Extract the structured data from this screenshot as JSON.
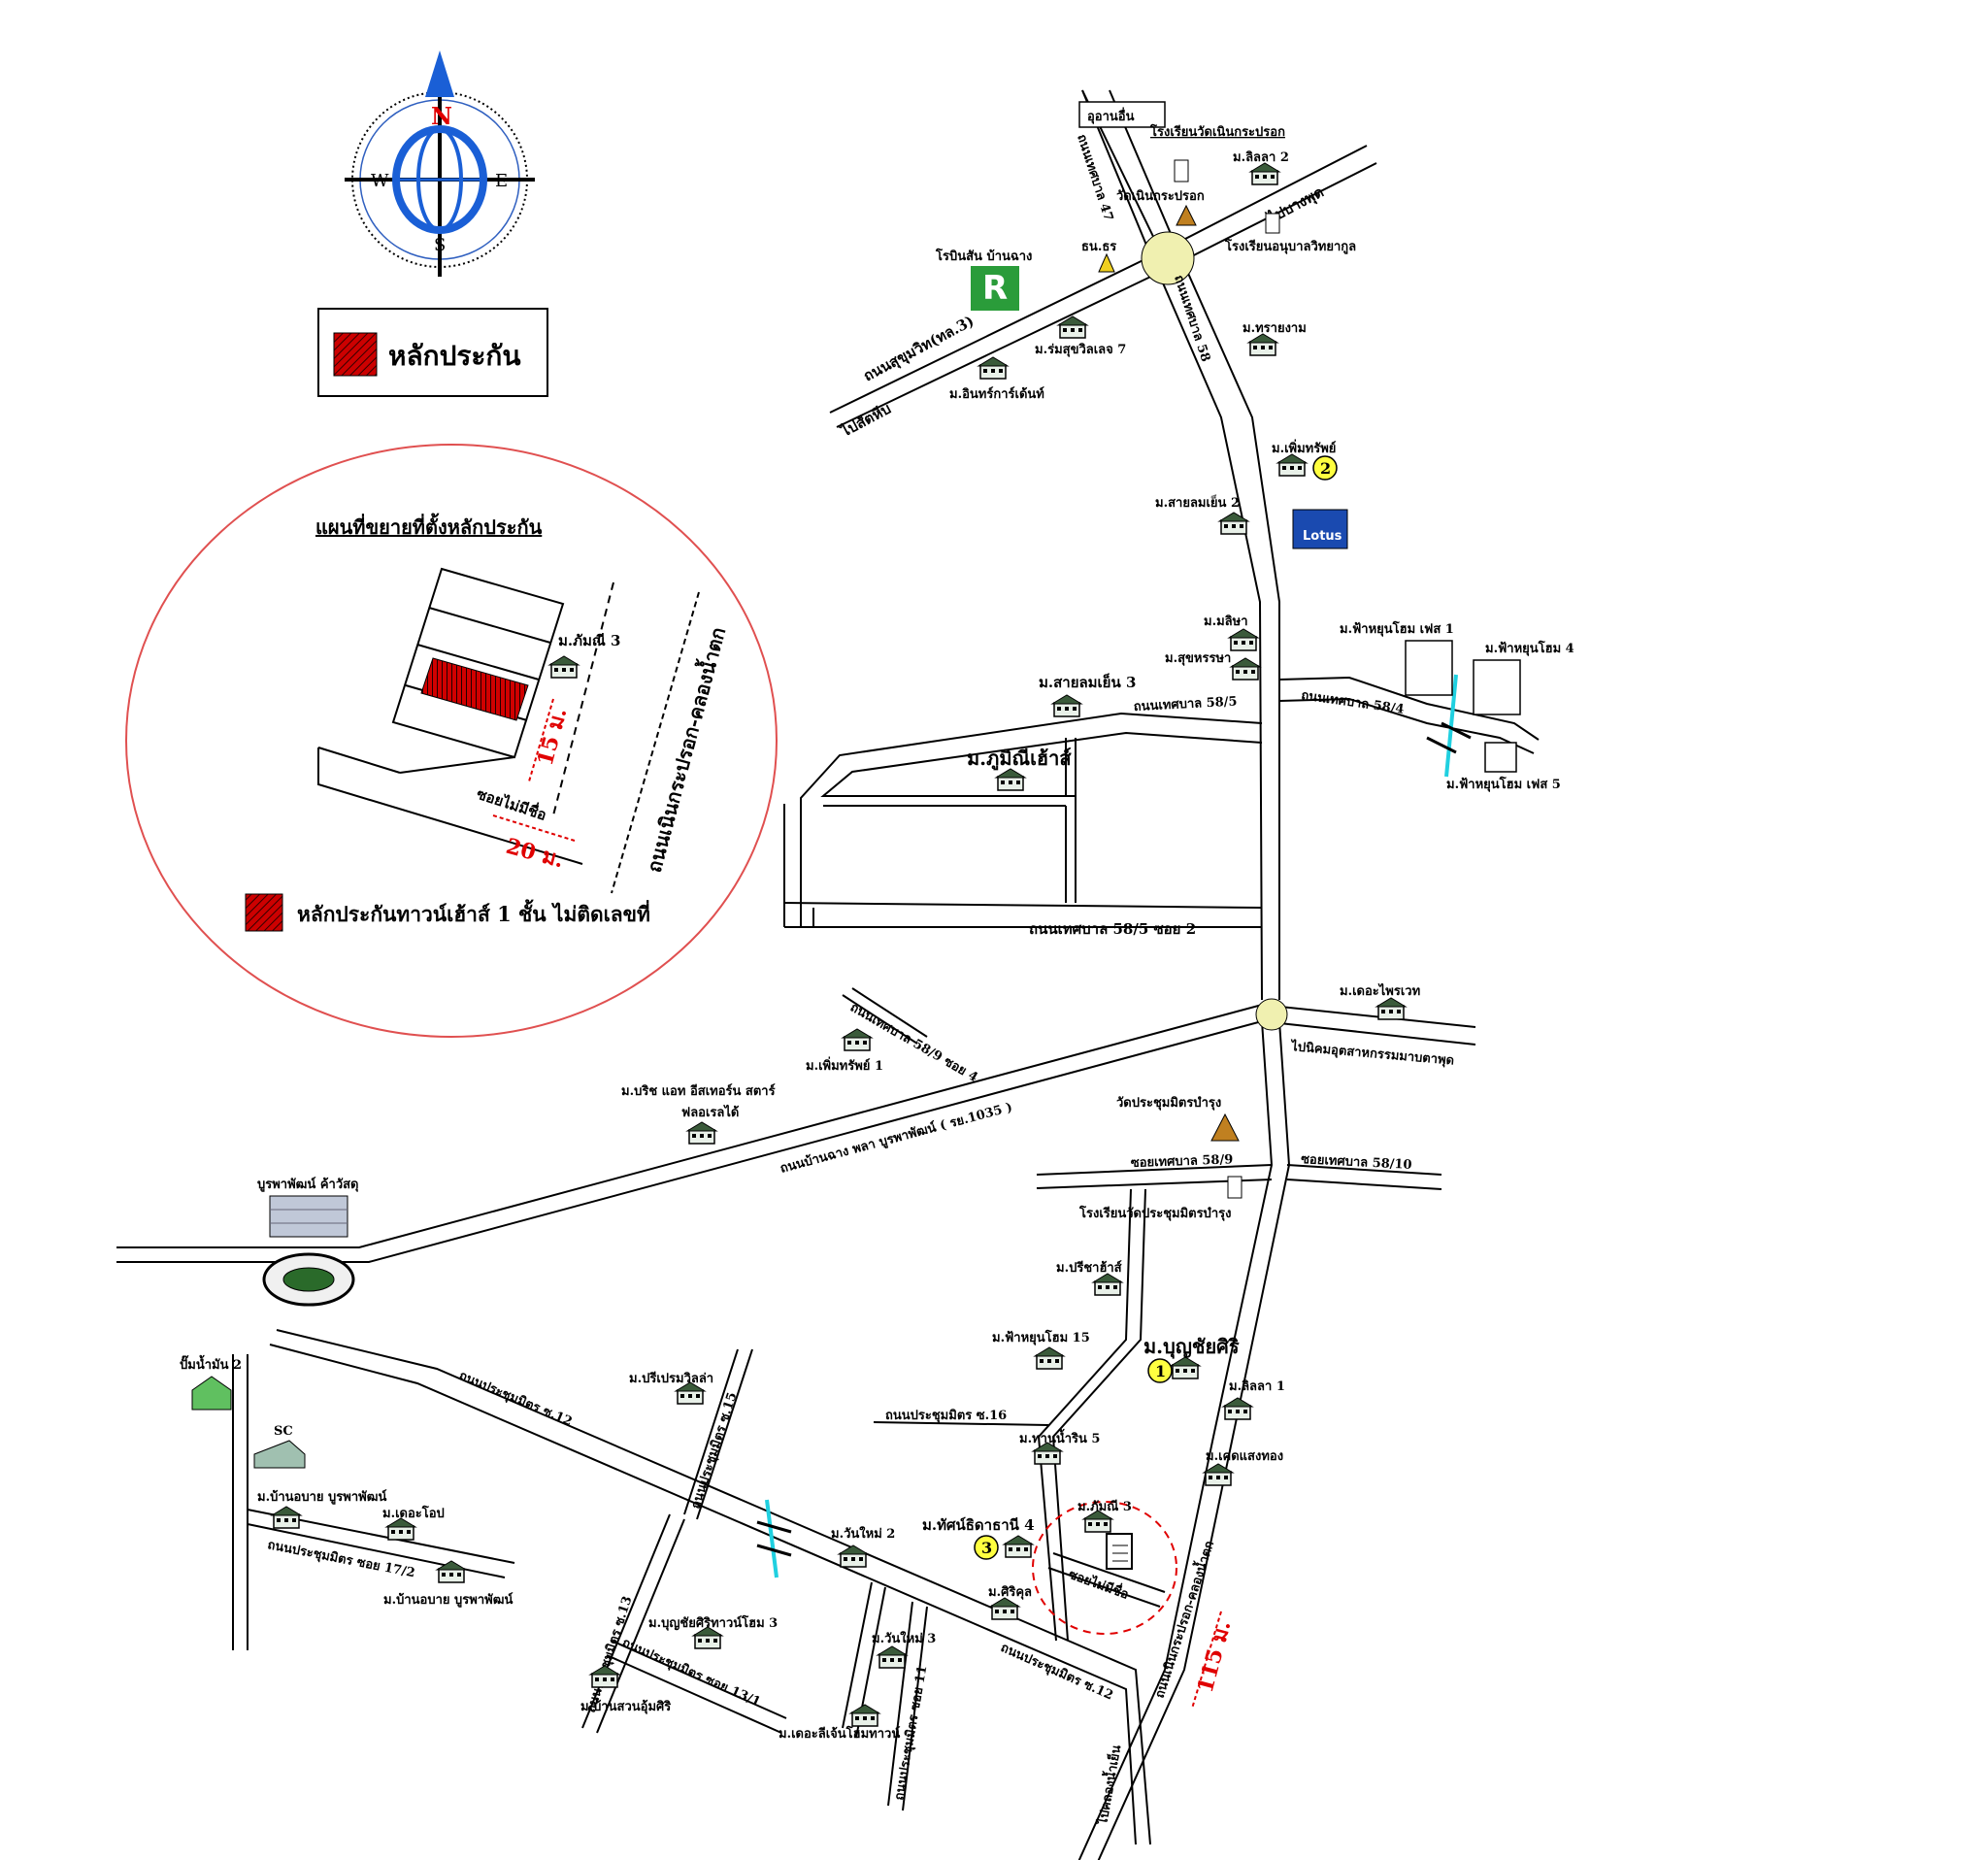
{
  "compass": {
    "n": "N",
    "s": "S",
    "e": "E",
    "w": "W"
  },
  "legend": {
    "label": "หลักประกัน"
  },
  "inset": {
    "title": "แผนที่ขยายที่ตั้งหลักประกัน",
    "village": "ม.ภัมณี 3",
    "road": "ถนนเนินกระปรอก-คลองน้ำตก",
    "soi": "ซอยไม่มีชื่อ",
    "dist_a": "15 ม.",
    "dist_b": "20 ม.",
    "note": "หลักประกันทาวน์เฮ้าส์ 1 ชั้น ไม่ติดเลขที่"
  },
  "labels": {
    "top_box": "อุอานอื่น",
    "school_top": "โรงเรียนวัดเนินกระปรอก",
    "temple_top": "วัดเนินกระปรอก",
    "rd_47": "ถนนเทศบาล 47",
    "rd_58_top": "ถนนเทศบาล 58",
    "to_banphut": "ไปบางพุด",
    "to_sattahip": "ไปสัตหีบ",
    "rd_sukhumvit": "ถนนสุขุมวิท(ทล.3)",
    "robinson": "โรบินสัน บ้านฉาง",
    "police": "ธน.ธร",
    "school_anuban": "โรงเรียนอนุบาลวิทยากูล",
    "v_lisa2": "ม.ลิลลา 2",
    "v_thai": "ม.ทรายงาม",
    "v_rom7": "ม.ร่มสุขวิลเลจ 7",
    "v_inter": "ม.อินทร์การ์เด้นท์",
    "v_permsap2": "ม.เพิ่มทรัพย์",
    "lotus": "Lotus",
    "v_lomyen2": "ม.สายลมเย็น 2",
    "v_mali": "ม.มลิษา",
    "v_suk": "ม.สุขหรรษา",
    "v_happy1": "ม.ฟ้าหยุนโฮม เฟส 1",
    "v_happy4": "ม.ฟ้าหยุนโฮม 4",
    "v_happy5": "ม.ฟ้าหยุนโฮม เฟส 5",
    "rd_584": "ถนนเทศบาล 58/4",
    "v_lomyen3": "ม.สายลมเย็น 3",
    "rd_585": "ถนนเทศบาล 58/5",
    "v_phumi": "ม.ภูมิณีเฮ้าส์",
    "rd_585_soi2": "ถนนเทศบาล 58/5 ซอย 2",
    "v_palace": "ม.เดอะไพรเวท",
    "to_industrial": "ไปนิคมอุตสาหกรรมมาบตาพุด",
    "rd_589_soi4": "ถนนเทศบาล 58/9 ซอย 4",
    "v_permsap1": "ม.เพิ่มทรัพย์ 1",
    "v_bridge": "ม.บริช แอท อีสเทอร์น สตาร์",
    "v_florida": "ฟลอเรลได้",
    "rd_main": "ถนนบ้านฉาง พลา บูรพาพัฒน์ ( รย.1035 )",
    "temple_pm": "วัดประชุมมิตรบำรุง",
    "soi_589": "ซอยเทศบาล 58/9",
    "soi_5810": "ซอยเทศบาล 58/10",
    "school_pm": "โรงเรียนวัดประชุมมิตรบำรุง",
    "burapha": "บูรพาพัฒน์ ค้าวัสดุ",
    "v_preecha": "ม.ปรีชาฮ้าส์",
    "v_happy15": "ม.ฟ้าหยุนโฮม 15",
    "v_boonchai": "ม.บุญชัยศิริ",
    "v_lisa1": "ม.ลิลลา 1",
    "rd_pm16": "ถนนประชุมมิตร ซ.16",
    "v_thanam5": "ม.ทานน้ำริน 5",
    "v_kedsaeng": "ม.เคดแสงทอง",
    "station": "ปั๊มน้ำมัน 2",
    "rd_pm12": "ถนนประชุมมิตร ซ.12",
    "v_preeprom": "ม.ปรีเปรมวิลล่า",
    "rd_pm15": "ถนนประชุมมิตร ซ.15",
    "sc": "SC",
    "v_baan_burapha": "ม.บ้านอบาย บูรพาพัฒน์",
    "v_theloop": "ม.เดอะโอป",
    "rd_pm172": "ถนนประชุมมิตร ซอย 17/2",
    "v_baan_burapha2": "ม.บ้านอบาย บูรพาพัฒน์",
    "v_wanmai2": "ม.วันใหม่ 2",
    "v_thatsanee4": "ม.ทัศน์ธิดาธานี 4",
    "v_phummi3": "ม.ภัมณี 3",
    "soi_nameless": "ซอยไม่มีชื่อ",
    "v_boonchai_town3": "ม.บุญชัยศิริทาวน์โฮม 3",
    "rd_pm13": "ถนนประชุมมิตร ซ.13",
    "rd_pm131": "ถนนประชุมมิตร ซอย 13/1",
    "v_wanmai3": "ม.วันใหม่ 3",
    "v_siriko": "ม.ศิริคุล",
    "rd_pm12b": "ถนนประชุมมิตร ซ.12",
    "v_baansuan": "ม.บ้านสวนอุ้มศิริ",
    "v_legend": "ม.เดอะลีเจ้นโฮมทาวน์",
    "rd_pm11": "ถนนประชุมมิตร ซอย 11",
    "rd_klong": "ถนนเนินกระปรอก-คลองน้ำตก",
    "dist_115": "115 ม.",
    "to_bottom": "ไปคลองน้ำเย็น",
    "marker_1": "1",
    "marker_2": "2",
    "marker_3": "3"
  },
  "colors": {
    "collateral_red": "#cc0000",
    "inset_circle": "#e05050",
    "compass_blue": "#1a5fd6",
    "marker_yellow": "#ffff40",
    "river_cyan": "#20d0e0",
    "robinson_green": "#2a9c3a"
  }
}
